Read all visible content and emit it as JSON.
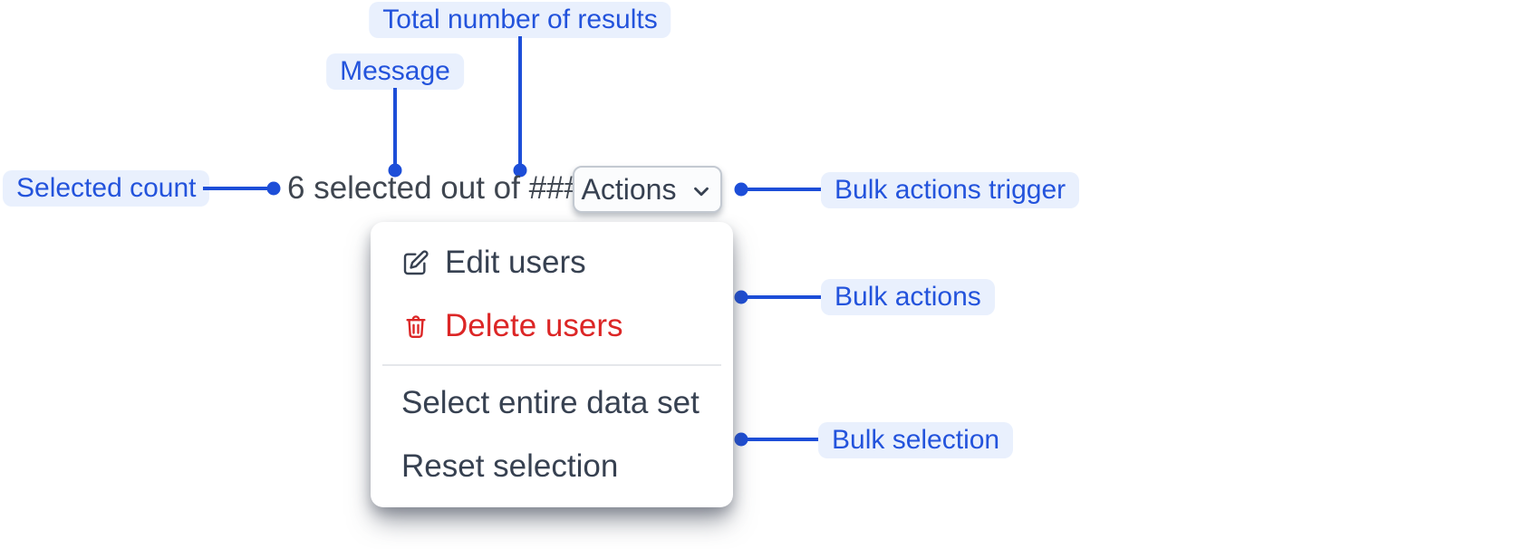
{
  "colors": {
    "accent_blue": "#1d4ed8",
    "label_text": "#2353dc",
    "label_bg": "#e9f0fd",
    "danger_red": "#dc2626",
    "body_text": "#3f4650",
    "menu_text": "#374151",
    "button_border": "#c3c9d1",
    "divider": "#e5e7eb",
    "panel_bg": "#ffffff"
  },
  "annotations": {
    "total_results": "Total number of results",
    "message": "Message",
    "selected_count": "Selected count",
    "bulk_actions_trigger": "Bulk actions trigger",
    "bulk_actions": "Bulk actions",
    "bulk_selection": "Bulk selection"
  },
  "bulk_bar": {
    "message": "6 selected out of ###",
    "actions_button": "Actions"
  },
  "menu": {
    "items": [
      {
        "label": "Edit users",
        "icon": "edit-icon"
      },
      {
        "label": "Delete users",
        "icon": "trash-icon"
      },
      {
        "label": "Select entire data set",
        "icon": ""
      },
      {
        "label": "Reset selection",
        "icon": ""
      }
    ]
  }
}
